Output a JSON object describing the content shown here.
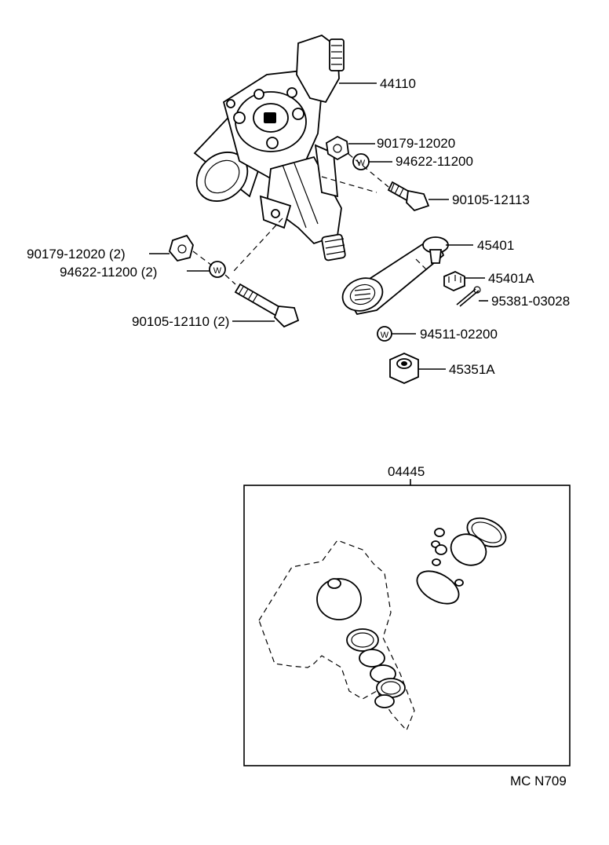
{
  "labels": {
    "gear_housing": "44110",
    "nut_upper": "90179-12020",
    "washer_upper": "94622-11200",
    "bolt_upper": "90105-12113",
    "nut_left": "90179-12020 (2)",
    "washer_left": "94622-11200 (2)",
    "bolt_left": "90105-12110 (2)",
    "pitman_arm": "45401",
    "castle_nut": "45401A",
    "cotter_pin": "95381-03028",
    "lock_washer": "94511-02200",
    "arm_nut": "45351A",
    "gasket_kit": "04445"
  },
  "washer_mark": "W",
  "diagram_code": "MC N709"
}
